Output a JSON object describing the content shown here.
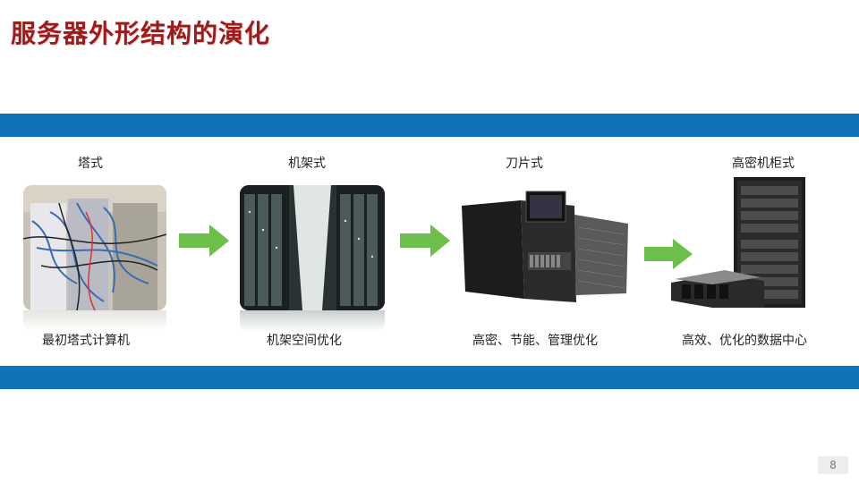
{
  "slide": {
    "title": "服务器外形结构的演化",
    "page_number": "8"
  },
  "stages": [
    {
      "label": "塔式",
      "caption": "最初塔式计算机",
      "icon": "tower-server-cabling-photo"
    },
    {
      "label": "机架式",
      "caption": "机架空间优化",
      "icon": "rack-datacenter-photo"
    },
    {
      "label": "刀片式",
      "caption": "高密、节能、管理优化",
      "icon": "blade-server-chassis-photo"
    },
    {
      "label": "高密机柜式",
      "caption": "高效、优化的数据中心",
      "icon": "high-density-cabinet-photo"
    }
  ],
  "colors": {
    "title": "#a01a1a",
    "band": "#0e73b9",
    "arrow": "#6cc04a"
  }
}
